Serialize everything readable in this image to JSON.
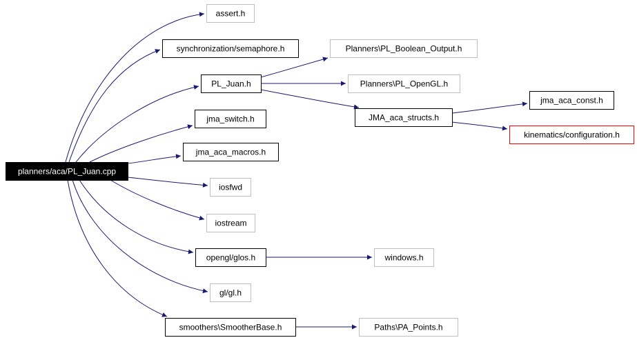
{
  "graph": {
    "root": {
      "id": "root",
      "label": "planners/aca/PL_Juan.cpp",
      "style": "root"
    },
    "nodes": [
      {
        "id": "assert",
        "label": "assert.h",
        "style": "gray"
      },
      {
        "id": "semaphore",
        "label": "synchronization/semaphore.h",
        "style": "black"
      },
      {
        "id": "pljuan",
        "label": "PL_Juan.h",
        "style": "black"
      },
      {
        "id": "jmaswitch",
        "label": "jma_switch.h",
        "style": "black"
      },
      {
        "id": "jmamacros",
        "label": "jma_aca_macros.h",
        "style": "black"
      },
      {
        "id": "iosfwd",
        "label": "iosfwd",
        "style": "gray"
      },
      {
        "id": "iostream",
        "label": "iostream",
        "style": "gray"
      },
      {
        "id": "glos",
        "label": "opengl/glos.h",
        "style": "black"
      },
      {
        "id": "glgl",
        "label": "gl/gl.h",
        "style": "gray"
      },
      {
        "id": "smoother",
        "label": "smoothers\\SmootherBase.h",
        "style": "black"
      },
      {
        "id": "boolout",
        "label": "Planners\\PL_Boolean_Output.h",
        "style": "gray"
      },
      {
        "id": "plopengl",
        "label": "Planners\\PL_OpenGL.h",
        "style": "gray"
      },
      {
        "id": "structs",
        "label": "JMA_aca_structs.h",
        "style": "black"
      },
      {
        "id": "jmaconst",
        "label": "jma_aca_const.h",
        "style": "black"
      },
      {
        "id": "kinconf",
        "label": "kinematics/configuration.h",
        "style": "red"
      },
      {
        "id": "windows",
        "label": "windows.h",
        "style": "gray"
      },
      {
        "id": "papoints",
        "label": "Paths\\PA_Points.h",
        "style": "gray"
      }
    ],
    "edges": [
      [
        "root",
        "assert"
      ],
      [
        "root",
        "semaphore"
      ],
      [
        "root",
        "pljuan"
      ],
      [
        "root",
        "jmaswitch"
      ],
      [
        "root",
        "jmamacros"
      ],
      [
        "root",
        "iosfwd"
      ],
      [
        "root",
        "iostream"
      ],
      [
        "root",
        "glos"
      ],
      [
        "root",
        "glgl"
      ],
      [
        "root",
        "smoother"
      ],
      [
        "pljuan",
        "boolout"
      ],
      [
        "pljuan",
        "plopengl"
      ],
      [
        "pljuan",
        "structs"
      ],
      [
        "structs",
        "jmaconst"
      ],
      [
        "structs",
        "kinconf"
      ],
      [
        "glos",
        "windows"
      ],
      [
        "smoother",
        "papoints"
      ]
    ],
    "colors": {
      "edge": "#191970",
      "box_black": "#000000",
      "box_gray": "#bfbfbf",
      "box_red": "#ff0000",
      "root_fill": "#000000",
      "root_text": "#ffffff",
      "text": "#000000"
    }
  }
}
